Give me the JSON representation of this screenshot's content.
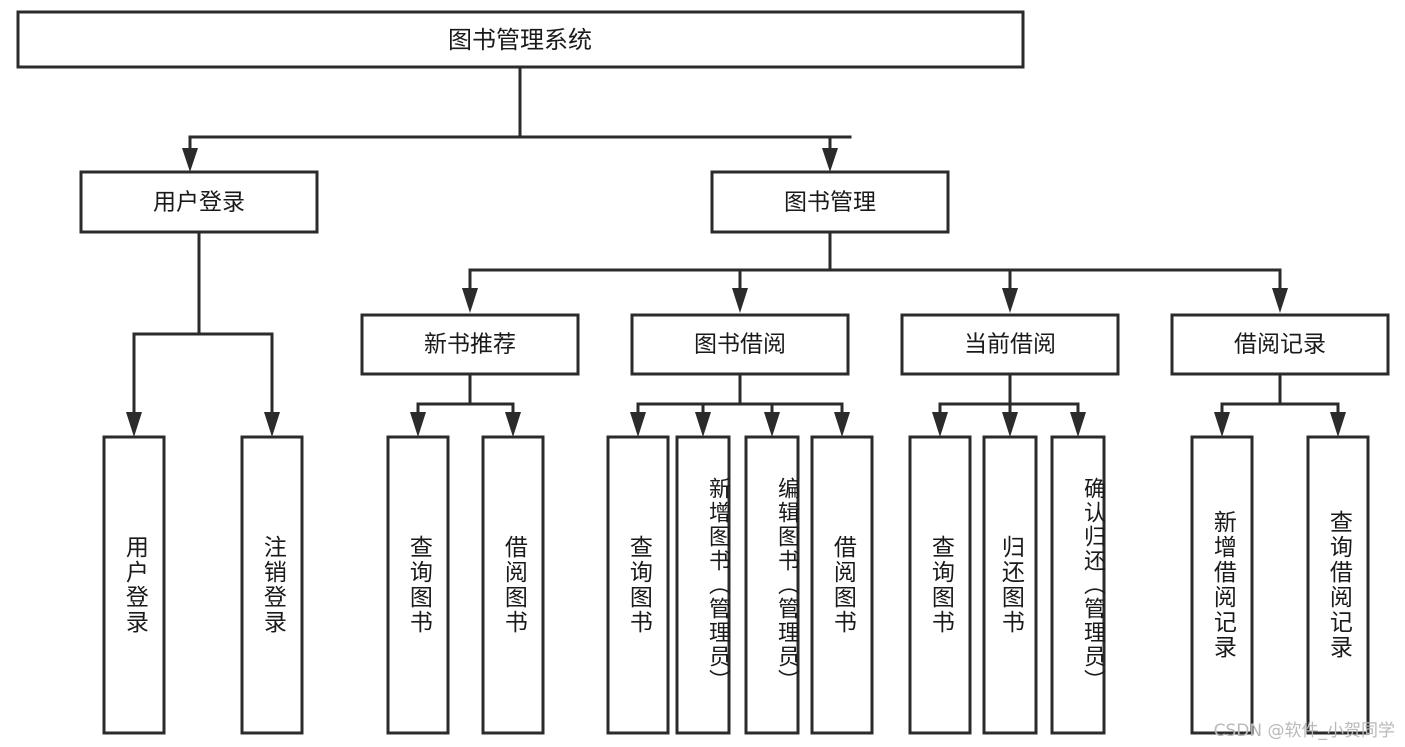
{
  "diagram": {
    "type": "tree-hierarchy-chart",
    "title_node": {
      "label": "图书管理系统"
    },
    "level2": [
      {
        "id": "user-login",
        "label": "用户登录"
      },
      {
        "id": "book-management",
        "label": "图书管理"
      }
    ],
    "level3": [
      {
        "id": "new-book-recommend",
        "label": "新书推荐"
      },
      {
        "id": "book-borrow",
        "label": "图书借阅"
      },
      {
        "id": "current-borrow",
        "label": "当前借阅"
      },
      {
        "id": "borrow-record",
        "label": "借阅记录"
      }
    ],
    "leaves": [
      {
        "id": "leaf-user-login",
        "label": "用户登录",
        "parent": "user-login"
      },
      {
        "id": "leaf-logout-login",
        "label": "注销登录",
        "parent": "user-login"
      },
      {
        "id": "leaf-query-book-1",
        "label": "查询图书",
        "parent": "new-book-recommend"
      },
      {
        "id": "leaf-borrow-book-1",
        "label": "借阅图书",
        "parent": "new-book-recommend"
      },
      {
        "id": "leaf-query-book-2",
        "label": "查询图书",
        "parent": "book-borrow"
      },
      {
        "id": "leaf-add-book",
        "label": "新增图书（管理员）",
        "parent": "book-borrow"
      },
      {
        "id": "leaf-edit-book",
        "label": "编辑图书（管理员）",
        "parent": "book-borrow"
      },
      {
        "id": "leaf-borrow-book-2",
        "label": "借阅图书",
        "parent": "book-borrow"
      },
      {
        "id": "leaf-query-book-3",
        "label": "查询图书",
        "parent": "current-borrow"
      },
      {
        "id": "leaf-return-book",
        "label": "归还图书",
        "parent": "current-borrow"
      },
      {
        "id": "leaf-confirm-return",
        "label": "确认归还（管理员）",
        "parent": "current-borrow"
      },
      {
        "id": "leaf-add-record",
        "label": "新增借阅记录",
        "parent": "borrow-record"
      },
      {
        "id": "leaf-query-record",
        "label": "查询借阅记录",
        "parent": "borrow-record"
      }
    ],
    "colors": {
      "stroke": "#2b2b2b",
      "box_fill": "#ffffff",
      "text": "#1a1a1a",
      "background": "#ffffff",
      "watermark": "#b9b9b9"
    }
  },
  "watermark": {
    "text": "CSDN @软件_小贺同学"
  }
}
